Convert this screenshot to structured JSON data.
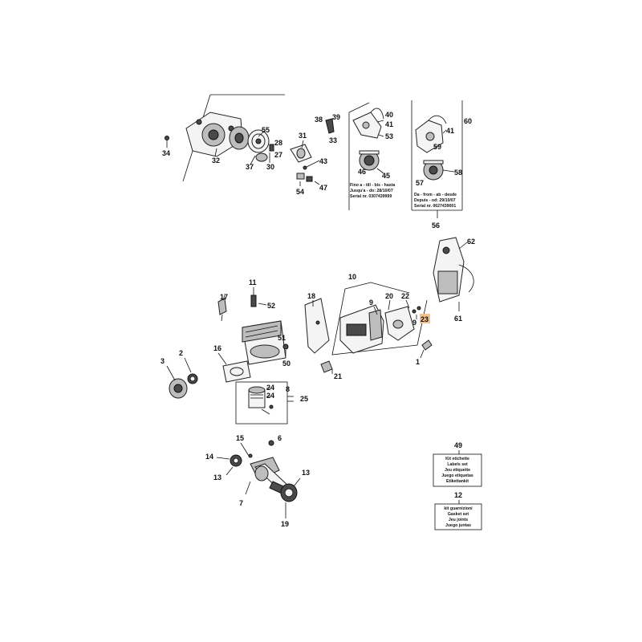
{
  "highlight_color": "#f6c08a",
  "callouts": {
    "c1": "1",
    "c2": "2",
    "c3": "3",
    "c6": "6",
    "c7": "7",
    "c8": "8",
    "c9a": "9",
    "c9b": "9",
    "c10": "10",
    "c11": "11",
    "c12": "12",
    "c13a": "13",
    "c13b": "13",
    "c14": "14",
    "c15": "15",
    "c16": "16",
    "c17": "17",
    "c18": "18",
    "c19": "19",
    "c20": "20",
    "c21": "21",
    "c22": "22",
    "c23": "23",
    "c24a": "24",
    "c24b": "24",
    "c25": "25",
    "c27": "27",
    "c28": "28",
    "c30": "30",
    "c31": "31",
    "c32": "32",
    "c33": "33",
    "c34": "34",
    "c37": "37",
    "c38": "38",
    "c39": "39",
    "c40": "40",
    "c41a": "41",
    "c41b": "41",
    "c43": "43",
    "c45": "45",
    "c46": "46",
    "c47": "47",
    "c49": "49",
    "c50": "50",
    "c51": "51",
    "c52": "52",
    "c53": "53",
    "c54": "54",
    "c55": "55",
    "c56": "56",
    "c57": "57",
    "c58": "58",
    "c59": "59",
    "c60": "60",
    "c61": "61",
    "c62": "62"
  },
  "notes": {
    "until": [
      "Fino a - till - bis - hasta",
      "Jusqu'a - do: 28/10/07",
      "Serial nr. 0307439999"
    ],
    "from": [
      "Da - from - ab - desde",
      "Depuis - od: 29/10/07",
      "Serial nr. 0627439001"
    ],
    "labels_set": [
      "Kit etichette",
      "Labels set",
      "Jeu etiquette",
      "Juego etiquetas",
      "Etikettankit"
    ],
    "gasket_set": [
      "kit guarnizioni",
      "Gasket set",
      "Jeu  joints",
      "Juego juntas"
    ]
  }
}
